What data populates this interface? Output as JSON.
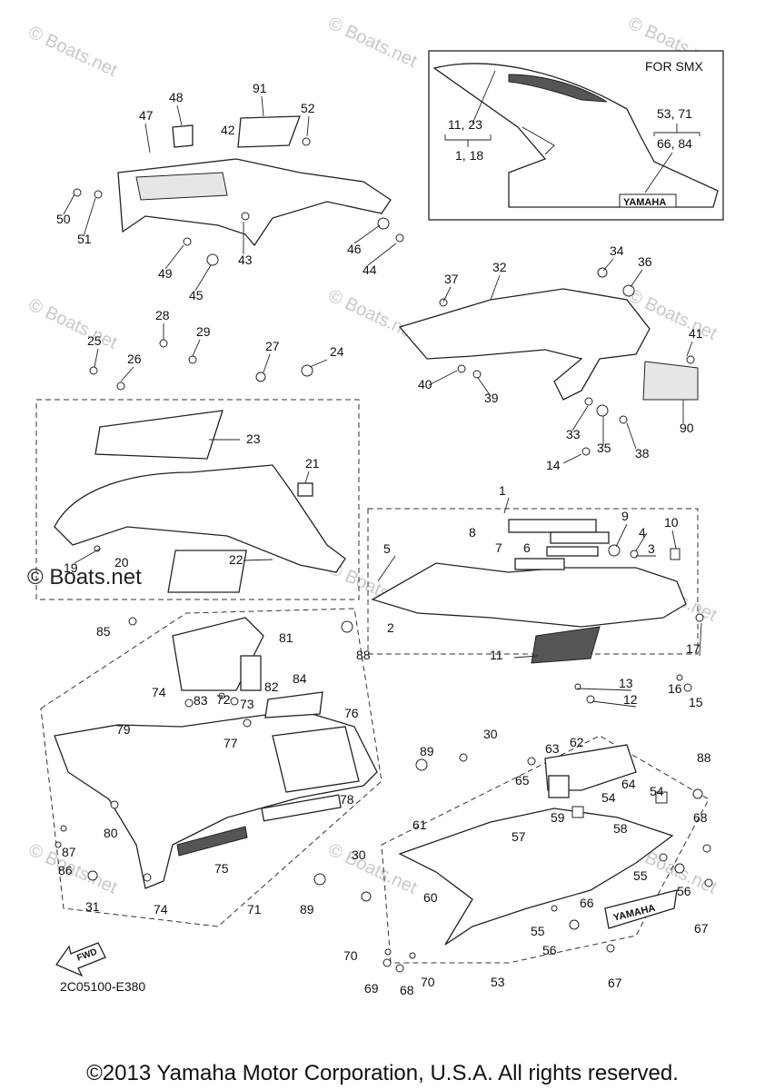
{
  "inset": {
    "title": "FOR SMX",
    "group_left_top": "11, 23",
    "group_left_bottom": "1, 18",
    "group_right_top": "53, 71",
    "group_right_bottom": "66, 84",
    "brand": "YAMAHA"
  },
  "labels": [
    {
      "t": "47"
    },
    {
      "t": "48"
    },
    {
      "t": "91"
    },
    {
      "t": "52"
    },
    {
      "t": "42"
    },
    {
      "t": "50"
    },
    {
      "t": "51"
    },
    {
      "t": "49"
    },
    {
      "t": "43"
    },
    {
      "t": "45"
    },
    {
      "t": "46"
    },
    {
      "t": "44"
    },
    {
      "t": "37"
    },
    {
      "t": "32"
    },
    {
      "t": "34"
    },
    {
      "t": "36"
    },
    {
      "t": "41"
    },
    {
      "t": "40"
    },
    {
      "t": "39"
    },
    {
      "t": "33"
    },
    {
      "t": "35"
    },
    {
      "t": "38"
    },
    {
      "t": "90"
    },
    {
      "t": "28"
    },
    {
      "t": "29"
    },
    {
      "t": "25"
    },
    {
      "t": "26"
    },
    {
      "t": "27"
    },
    {
      "t": "24"
    },
    {
      "t": "23"
    },
    {
      "t": "21"
    },
    {
      "t": "22"
    },
    {
      "t": "19"
    },
    {
      "t": "20"
    },
    {
      "t": "14"
    },
    {
      "t": "1"
    },
    {
      "t": "8"
    },
    {
      "t": "9"
    },
    {
      "t": "4"
    },
    {
      "t": "10"
    },
    {
      "t": "3"
    },
    {
      "t": "5"
    },
    {
      "t": "7"
    },
    {
      "t": "6"
    },
    {
      "t": "2"
    },
    {
      "t": "17"
    },
    {
      "t": "11"
    },
    {
      "t": "13"
    },
    {
      "t": "12"
    },
    {
      "t": "16"
    },
    {
      "t": "15"
    },
    {
      "t": "85"
    },
    {
      "t": "81"
    },
    {
      "t": "88"
    },
    {
      "t": "82"
    },
    {
      "t": "84"
    },
    {
      "t": "74"
    },
    {
      "t": "83"
    },
    {
      "t": "72"
    },
    {
      "t": "73"
    },
    {
      "t": "76"
    },
    {
      "t": "79"
    },
    {
      "t": "77"
    },
    {
      "t": "80"
    },
    {
      "t": "78"
    },
    {
      "t": "87"
    },
    {
      "t": "86"
    },
    {
      "t": "75"
    },
    {
      "t": "31"
    },
    {
      "t": "74"
    },
    {
      "t": "71"
    },
    {
      "t": "89"
    },
    {
      "t": "89"
    },
    {
      "t": "30"
    },
    {
      "t": "62"
    },
    {
      "t": "63"
    },
    {
      "t": "88"
    },
    {
      "t": "65"
    },
    {
      "t": "64"
    },
    {
      "t": "54"
    },
    {
      "t": "54"
    },
    {
      "t": "68"
    },
    {
      "t": "59"
    },
    {
      "t": "61"
    },
    {
      "t": "57"
    },
    {
      "t": "58"
    },
    {
      "t": "30"
    },
    {
      "t": "60"
    },
    {
      "t": "55"
    },
    {
      "t": "56"
    },
    {
      "t": "66"
    },
    {
      "t": "67"
    },
    {
      "t": "55"
    },
    {
      "t": "56"
    },
    {
      "t": "70"
    },
    {
      "t": "69"
    },
    {
      "t": "68"
    },
    {
      "t": "70"
    },
    {
      "t": "53"
    },
    {
      "t": "67"
    }
  ],
  "fwd_label": "FWD",
  "diagram_code": "2C05100-E380",
  "side_watermark": "© Boats.net",
  "watermark": "© Boats.net",
  "copyright": "©2013 Yamaha Motor Corporation, U.S.A. All rights reserved."
}
